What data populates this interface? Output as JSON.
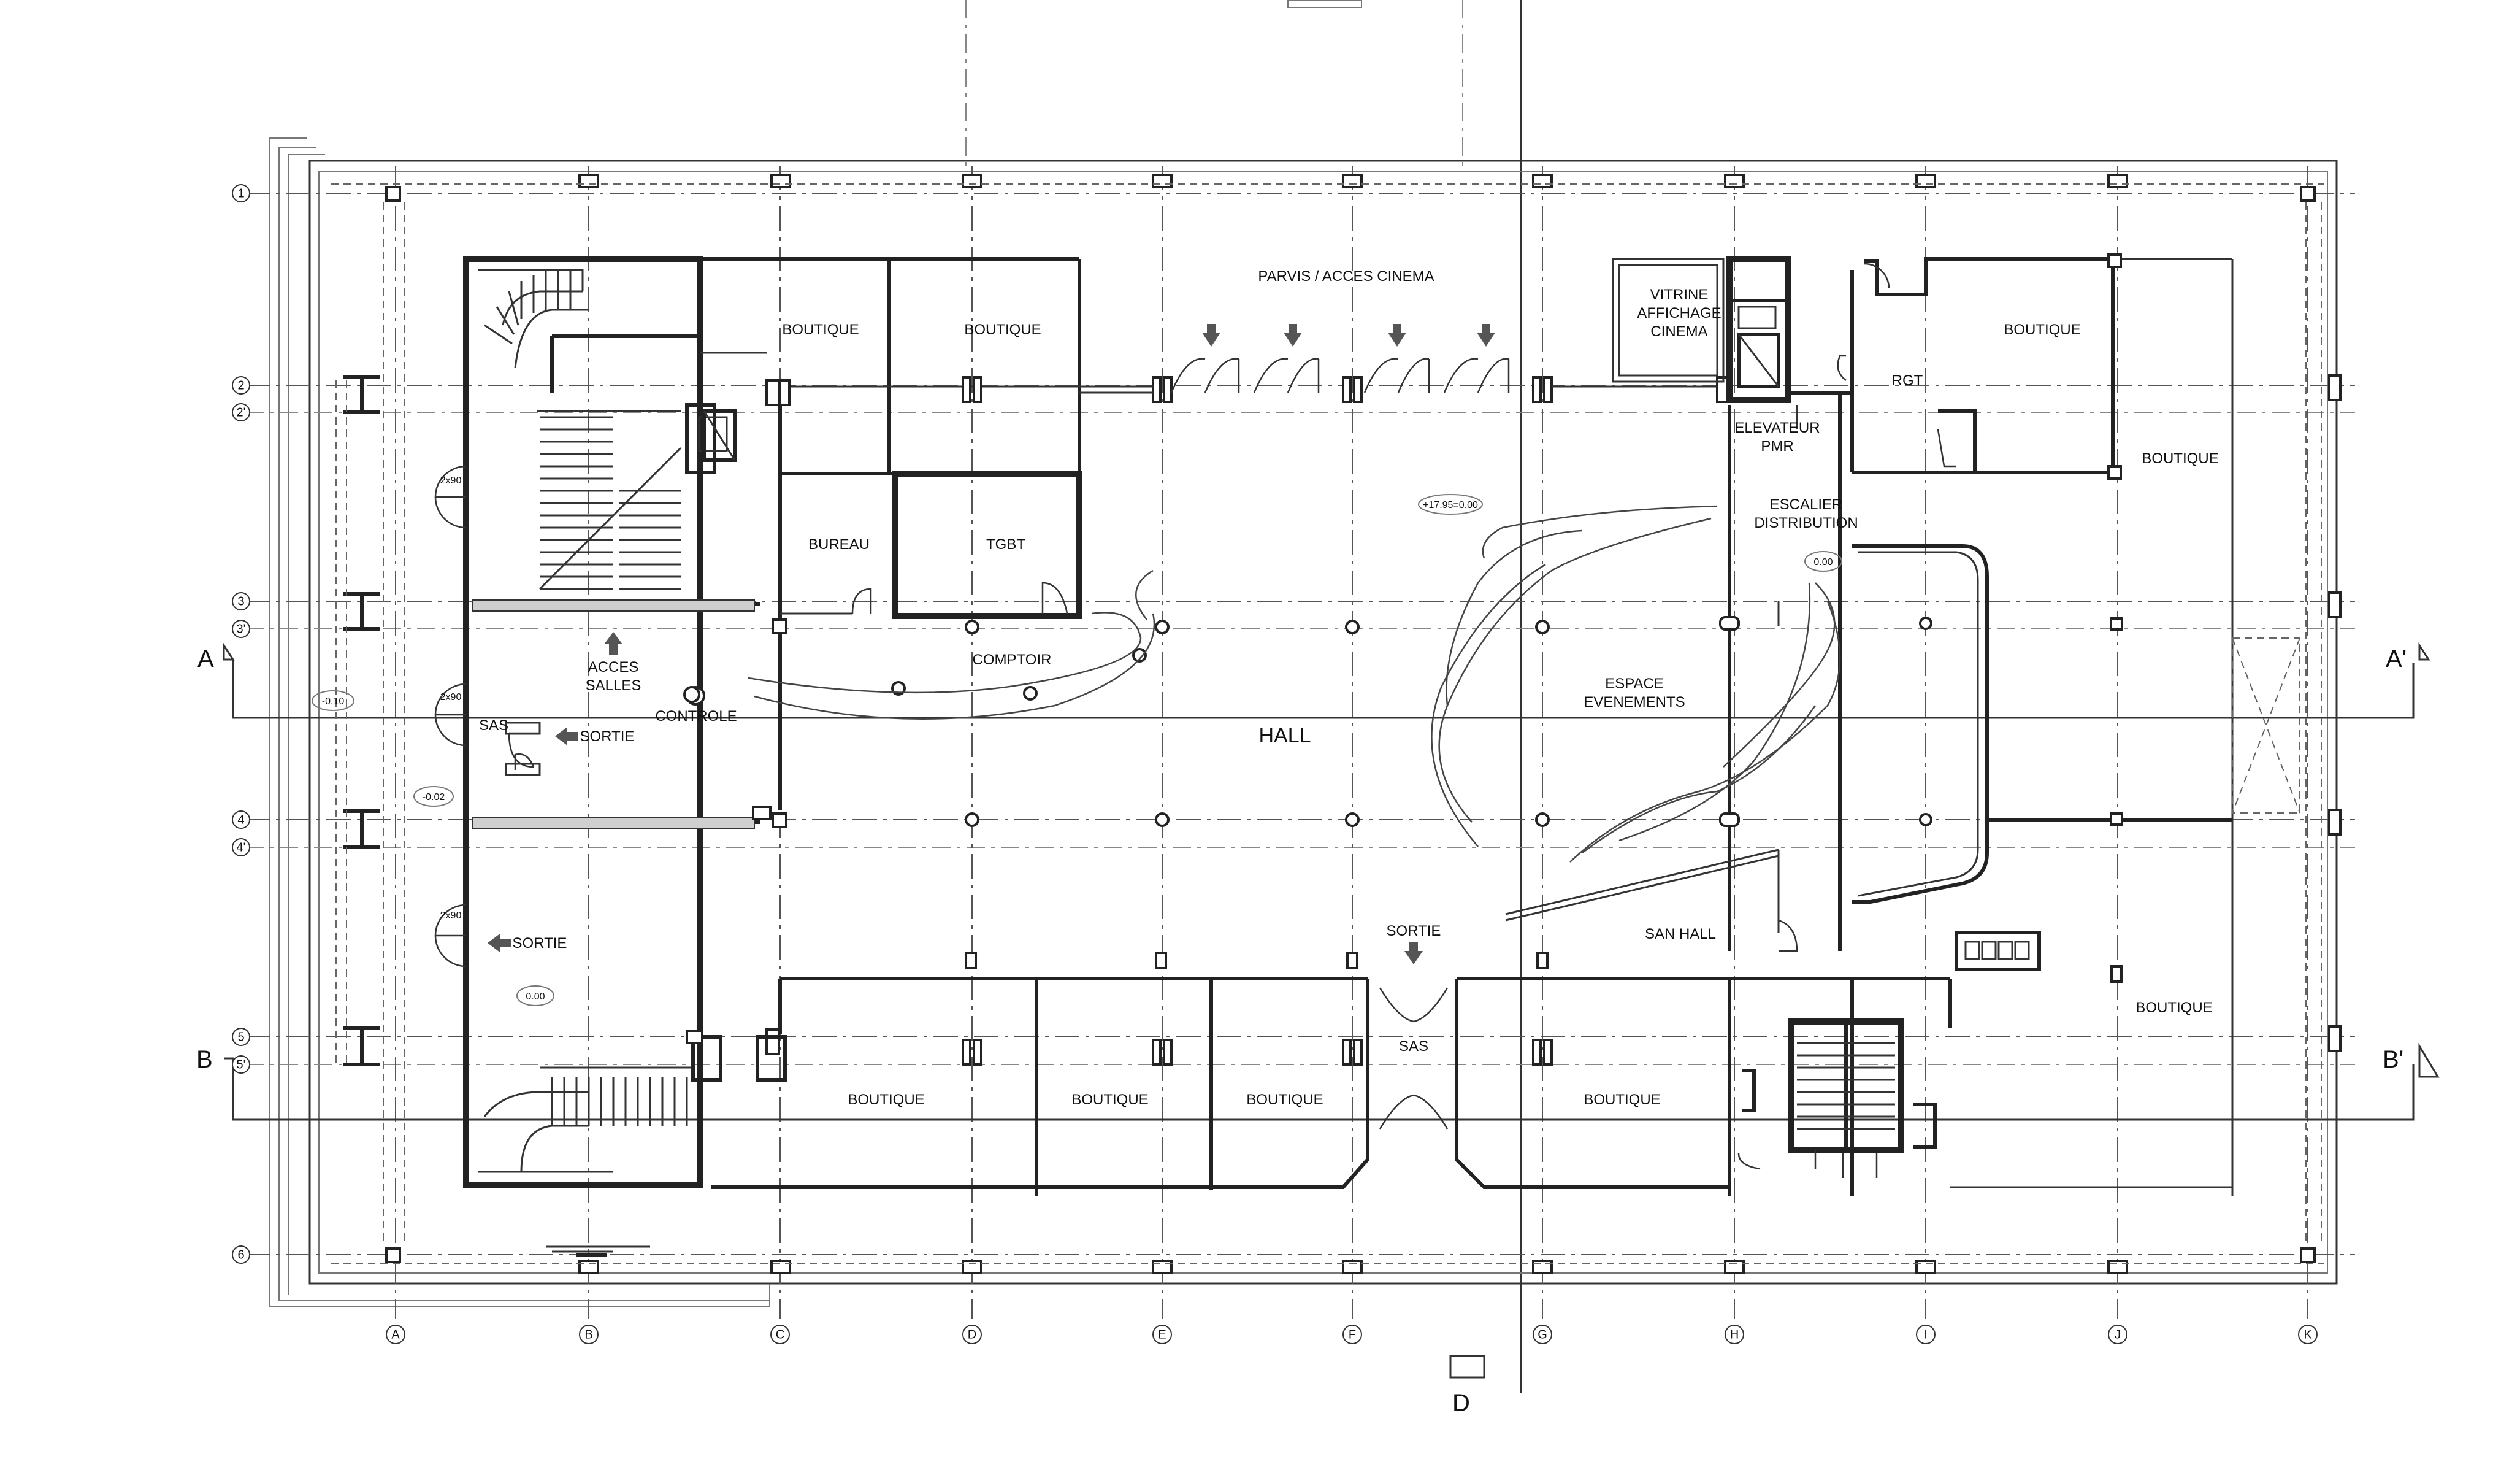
{
  "grid": {
    "rows": [
      "1",
      "2",
      "2'",
      "3",
      "3'",
      "4",
      "4'",
      "5",
      "5'",
      "6"
    ],
    "columns": [
      "A",
      "B",
      "C",
      "D",
      "E",
      "F",
      "G",
      "H",
      "I",
      "J",
      "K"
    ]
  },
  "sections": {
    "a_left": "A",
    "a_right": "A'",
    "b_left": "B",
    "b_right": "B'",
    "d_bottom": "D"
  },
  "rooms": {
    "parvis": "PARVIS / ACCES CINEMA",
    "boutique_1": "BOUTIQUE",
    "boutique_2": "BOUTIQUE",
    "vitrine_1": "VITRINE",
    "vitrine_2": "AFFICHAGE",
    "vitrine_3": "CINEMA",
    "rgt": "RGT",
    "boutique_3": "BOUTIQUE",
    "boutique_4": "BOUTIQUE",
    "elevator_1": "ELEVATEUR",
    "elevator_2": "PMR",
    "stair_1": "ESCALIER",
    "stair_2": "DISTRIBUTION",
    "bureau": "BUREAU",
    "tgbt": "TGBT",
    "comptoir": "COMPTOIR",
    "acces_1": "ACCES",
    "acces_2": "SALLES",
    "controle": "CONTROLE",
    "sas_left": "SAS",
    "sortie_1": "SORTIE",
    "hall": "HALL",
    "espace_1": "ESPACE",
    "espace_2": "EVENEMENTS",
    "sortie_2": "SORTIE",
    "sortie_3": "SORTIE",
    "san_hall": "SAN HALL",
    "sas_bottom": "SAS",
    "boutique_5": "BOUTIQUE",
    "boutique_6": "BOUTIQUE",
    "boutique_7": "BOUTIQUE",
    "boutique_8": "BOUTIQUE",
    "boutique_9": "BOUTIQUE"
  },
  "levels": {
    "hall_level": "+17.95=0.00",
    "stair_level": "0.00",
    "left_minus_010": "-0.10",
    "left_minus_002": "-0.02",
    "left_zero": "0.00",
    "door_2x90_a": "2x90",
    "door_2x90_b": "2x90",
    "door_2x90_c": "2x90"
  }
}
